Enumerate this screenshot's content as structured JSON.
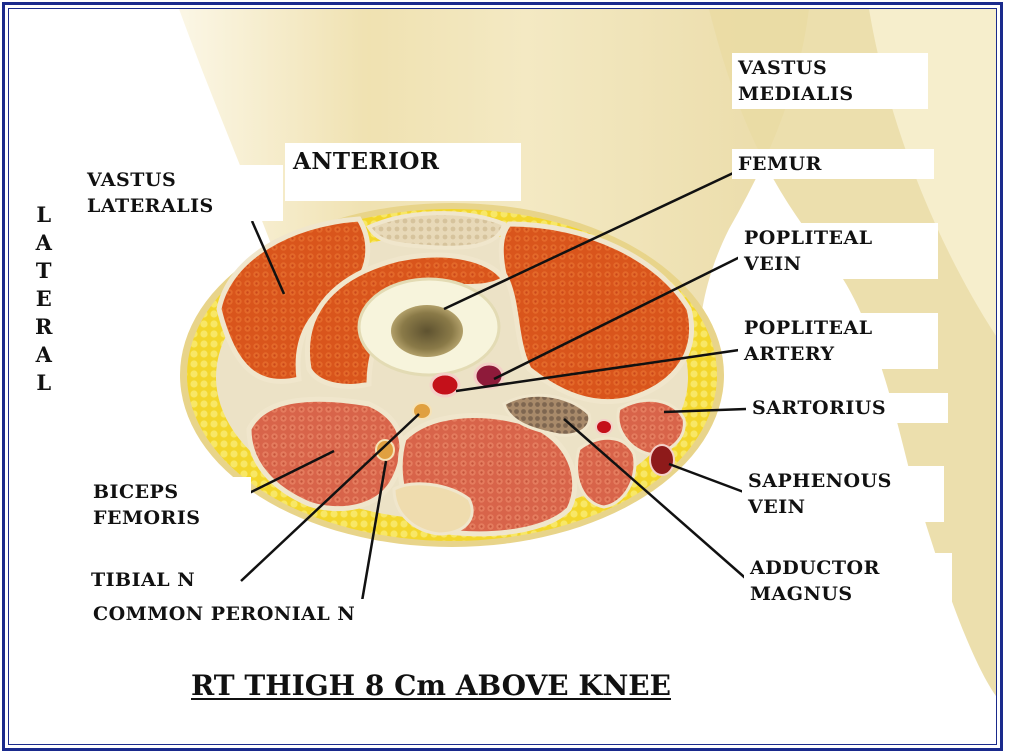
{
  "labels": {
    "vastus_medialis": [
      "VASTUS",
      "MEDIALIS"
    ],
    "anterior": "ANTERIOR",
    "vastus_lateralis": [
      "VASTUS",
      "LATERALIS"
    ],
    "femur": "FEMUR",
    "popliteal_vein": [
      "POPLITEAL",
      "VEIN"
    ],
    "popliteal_artery": [
      "POPLITEAL",
      "ARTERY"
    ],
    "sartorius": "SARTORIUS",
    "saphenous_vein": [
      "SAPHENOUS",
      "VEIN"
    ],
    "biceps_femoris": [
      "BICEPS",
      "FEMORIS"
    ],
    "tibial_n": "TIBIAL N",
    "common_peronial_n": "COMMON PERONIAL N",
    "adductor_magnus": [
      "ADDUCTOR",
      "MAGNUS"
    ],
    "lateral": [
      "L",
      "A",
      "T",
      "E",
      "R",
      "A",
      "L"
    ]
  },
  "caption": "RT THIGH 8 Cm ABOVE KNEE",
  "colors": {
    "frame": "#1a2a8c",
    "background_skin": "#efe3b4",
    "fat_ring": "#f2d531",
    "muscle": "#d9551c",
    "muscle_dark": "#b83d12",
    "fascia": "#e8e0c8",
    "bone_cortex": "#f6f3dc",
    "marrow": "#7a6a3a",
    "artery": "#c4101a",
    "vein": "#8e1a3a",
    "nerve": "#e0a040"
  }
}
